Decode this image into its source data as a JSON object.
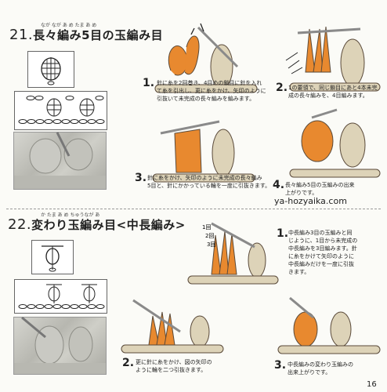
{
  "section21": {
    "number": "21.",
    "title": "長々編み5目の玉編み目",
    "ruby": "なが なが あ め たま あ め",
    "steps": [
      {
        "num": "1.",
        "text": [
          "針に糸を2回巻き、4目めの鎖目に針を入れ",
          "て糸を引出し、更に糸をかけ、矢印のように",
          "引抜いて未完成の長々編みを編みます。"
        ]
      },
      {
        "num": "2.",
        "text": [
          "1の要領で、同じ鎖目にあと4本未完",
          "成の長々編みを、4目編みます。"
        ]
      },
      {
        "num": "3.",
        "text": [
          "針に糸をかけ、矢印のように未完成の長々編み",
          "5目と、針にかかっている輪を一度に引抜きます。"
        ]
      },
      {
        "num": "4.",
        "text": [
          "長々編み5目の玉編みの出来",
          "上がりです。"
        ]
      }
    ]
  },
  "section22": {
    "number": "22.",
    "title": "変わり玉編み目<中長編み>",
    "ruby": "か たま あ め ちゅうなが あ",
    "steps": [
      {
        "num": "1.",
        "text": [
          "中長編み3目の玉編みと同",
          "じように、1目から未完成の",
          "中長編みを3目編みます。針",
          "に糸をかけて矢印のように",
          "中長編みだけを一度に引抜",
          "きます。"
        ]
      },
      {
        "num": "2.",
        "text": [
          "更に針に糸をかけ、図の矢印の",
          "ように輪を二つ引抜きます。"
        ]
      },
      {
        "num": "3.",
        "text": [
          "中長編みの変わり玉編みの",
          "出来上がりです。"
        ]
      }
    ],
    "diagram_labels": {
      "first": "1回",
      "second": "2回",
      "third": "3回"
    }
  },
  "watermark": "ya-hozyaika.com",
  "page_number": "16",
  "colors": {
    "orange": "#e8892f",
    "yarn": "#ddd3b8",
    "outline": "#5a4a3a",
    "hook": "#8a8a8a"
  }
}
